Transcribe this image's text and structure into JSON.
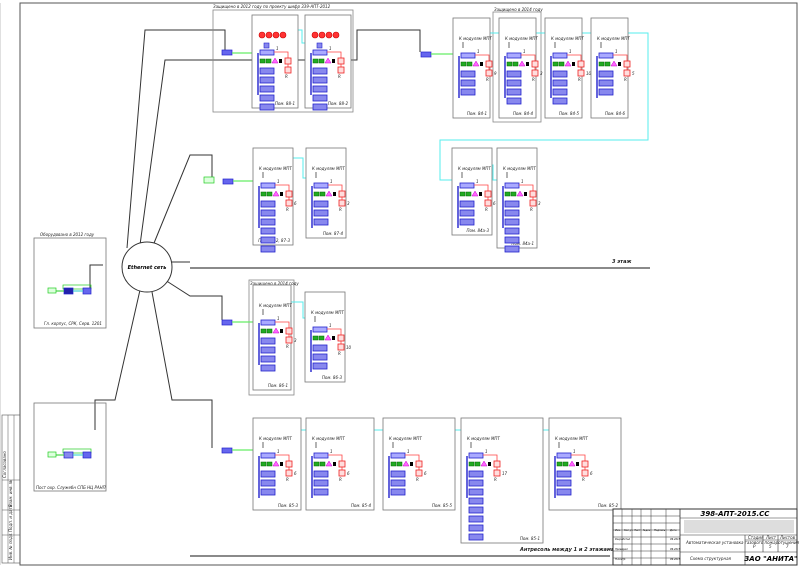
{
  "network": {
    "center_label": "Ethernet сеть"
  },
  "groups": {
    "g2012_proj": "Защищено в 2012 году по проекту шифр 339-АПТ-2012",
    "g2014_top": "Защищено в 2014 году",
    "g2014_mid": "Защищено в 2014 году",
    "equip2012": "Оборудовано в 2012 году"
  },
  "floors": {
    "third": "3 этаж",
    "mezzanine": "Антресоль между 1 и 2 этажами"
  },
  "remote_nodes": [
    {
      "caption": "Гл. корпус, СРК, Серв. 1201"
    },
    {
      "caption": "Пост охр. Служебн СПБ НЦ РАНП"
    }
  ],
  "rooms": [
    {
      "id": "r881",
      "caption": "Пом. 88-1",
      "type": "alarm4"
    },
    {
      "id": "r882",
      "caption": "Пом. 88-2",
      "type": "alarm4"
    },
    {
      "id": "r841",
      "caption": "Пом. 84-1",
      "type": "std",
      "n": "9"
    },
    {
      "id": "r844",
      "caption": "Пом. 84-4",
      "type": "std",
      "n": "3"
    },
    {
      "id": "r845",
      "caption": "Пом. 84-5",
      "type": "std",
      "n": "10"
    },
    {
      "id": "r846",
      "caption": "Пом. 84-6",
      "type": "std",
      "n": "5"
    },
    {
      "id": "r872",
      "caption": "Пом. 87-2, 87-3",
      "type": "std",
      "n": "6"
    },
    {
      "id": "r874",
      "caption": "Пом. 87-4",
      "type": "std",
      "n": "3"
    },
    {
      "id": "r84a3",
      "caption": "Пом. 84а-3",
      "type": "std",
      "n": "6"
    },
    {
      "id": "r84a1",
      "caption": "Пом. 84а-1",
      "type": "std",
      "n": "3"
    },
    {
      "id": "r861",
      "caption": "Пом. 86-1",
      "type": "std",
      "n": "3"
    },
    {
      "id": "r863",
      "caption": "Пом. 86-3",
      "type": "std",
      "n": "10"
    },
    {
      "id": "r853",
      "caption": "Пом. 85-3",
      "type": "std",
      "n": "6"
    },
    {
      "id": "r854",
      "caption": "Пом. 85-4",
      "type": "std",
      "n": "6"
    },
    {
      "id": "r855",
      "caption": "Пом. 85-5",
      "type": "std",
      "n": "6"
    },
    {
      "id": "r851",
      "caption": "Пом. 85-1",
      "type": "std",
      "n": "17"
    },
    {
      "id": "r852",
      "caption": "Пом. 85-2",
      "type": "std",
      "n": "6"
    }
  ],
  "module_label": "К модулям МПТ",
  "terminal_one": "1",
  "terminal_r": "R",
  "title_block": {
    "doc_code": "398-АПТ-2015.СС",
    "system_name": "Автоматическая установка газового пожаротушения",
    "sheet_name": "Схема структурная",
    "stage_hdr": "Стадия",
    "sheet_hdr": "Лист",
    "sheets_hdr": "Листов",
    "stage": "Р",
    "sheet": "5",
    "sheets": "7",
    "company": "ЗАО \"АНИТА\"",
    "col_headers": [
      "Изм.",
      "Кол.уч",
      "Лист",
      "№док",
      "Подпись",
      "Дата"
    ],
    "roles": [
      "Разработал",
      "Проверил",
      "Н.контр"
    ],
    "dates": [
      "09.2015",
      "09.2015",
      "09.2015"
    ]
  },
  "side_stamp": [
    "Инв. № подл.",
    "Подп. и дата",
    "Взам. инв. №",
    "Согласовано"
  ]
}
